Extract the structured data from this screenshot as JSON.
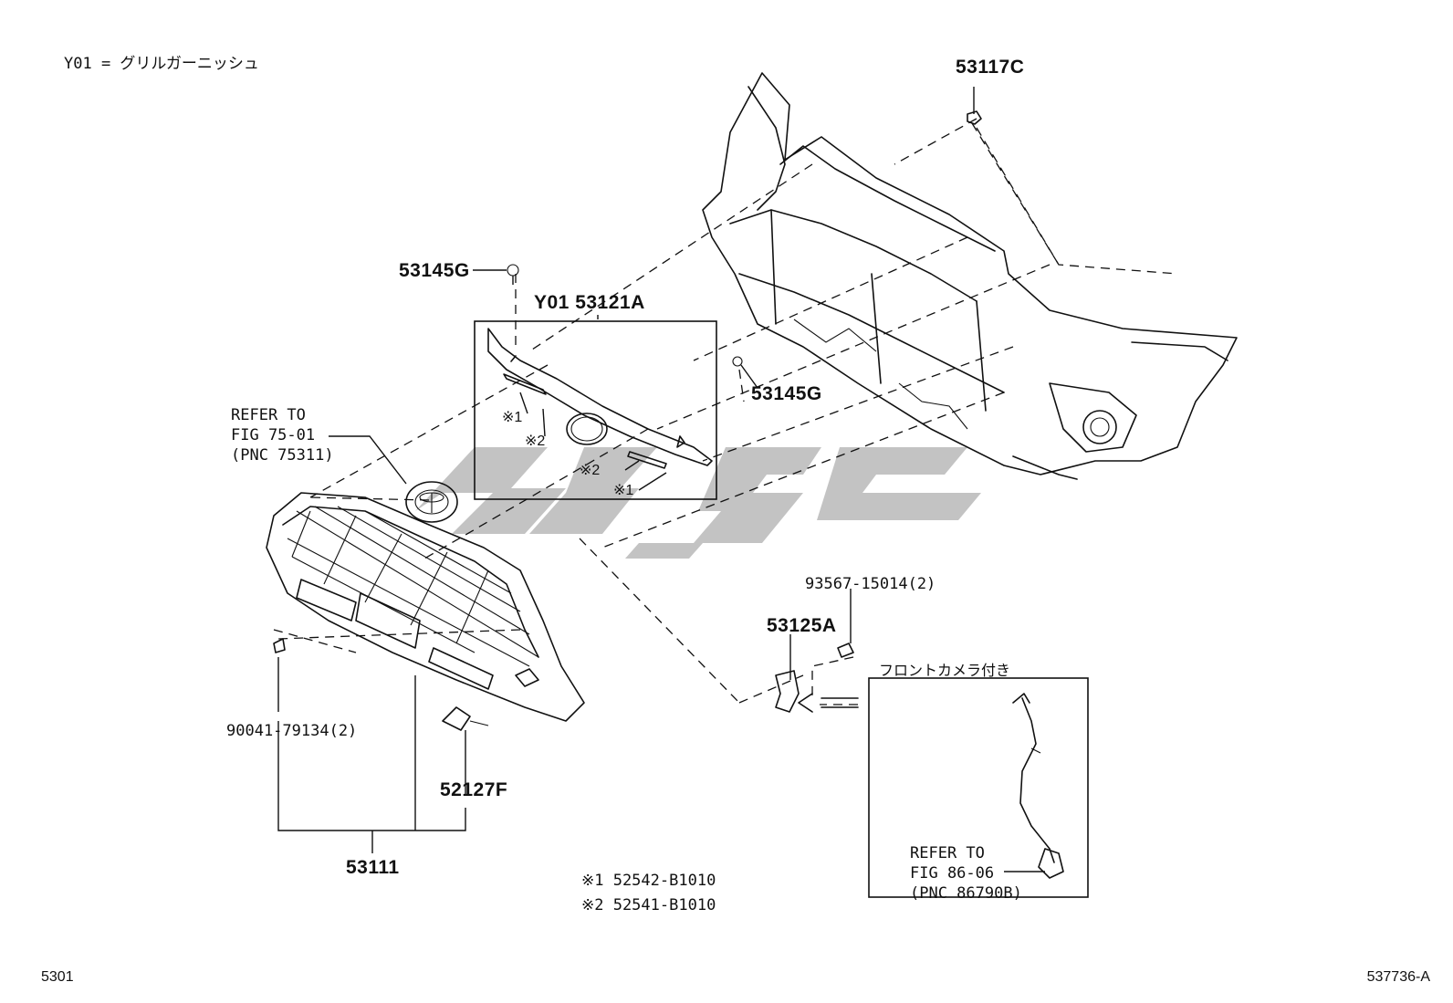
{
  "legend_y01": "Y01 = グリルガーニッシュ",
  "labels": {
    "p53117c": "53117C",
    "p53145g_top": "53145G",
    "p53121a": "Y01 53121A",
    "p53145g_right": "53145G",
    "refer75_line1": "REFER TO",
    "refer75_line2": "FIG 75-01",
    "refer75_line3": "(PNC 75311)",
    "p93567": "93567-15014(2)",
    "p53125a": "53125A",
    "front_camera": "フロントカメラ付き",
    "p90041": "90041-79134(2)",
    "p52127f": "52127F",
    "p53111": "53111",
    "mark1_a": "※1",
    "mark2_a": "※2",
    "mark2_b": "※2",
    "mark1_b": "※1",
    "refer86_line1": "REFER TO",
    "refer86_line2": "FIG 86-06",
    "refer86_line3": "(PNC 86790B)",
    "note1": "※1  52542-B1010",
    "note2": "※2  52541-B1010"
  },
  "footer": {
    "page_code": "5301",
    "drawing_no": "537736-A"
  }
}
